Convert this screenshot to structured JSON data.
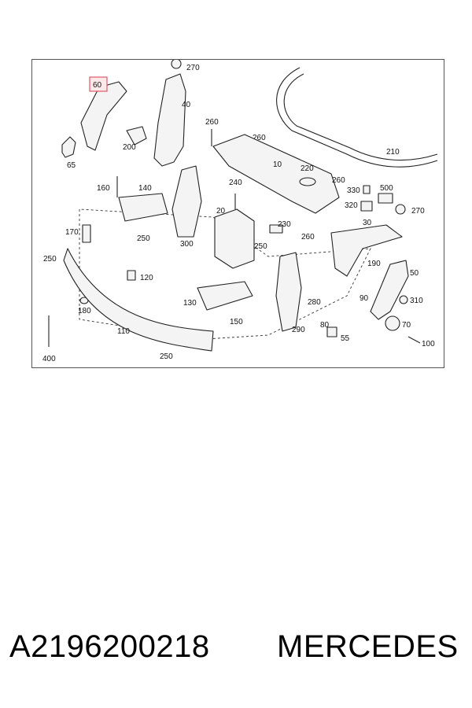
{
  "diagram": {
    "highlight_color": "#e05a6a",
    "line_color": "#222222",
    "highlighted_part": "60",
    "callouts": {
      "c60": "60",
      "c65": "65",
      "c270a": "270",
      "c40": "40",
      "c260a": "260",
      "c200": "200",
      "c260b": "260",
      "c10": "10",
      "c210": "210",
      "c220": "220",
      "c260c": "260",
      "c330": "330",
      "c500": "500",
      "c320": "320",
      "c270b": "270",
      "c160": "160",
      "c140": "140",
      "c240": "240",
      "c20": "20",
      "c30": "30",
      "c170": "170",
      "c250a": "250",
      "c300": "300",
      "c230": "230",
      "c260d": "260",
      "c250b": "250",
      "c250c": "250",
      "c120": "120",
      "c190": "190",
      "c50": "50",
      "c180": "180",
      "c130": "130",
      "c280": "280",
      "c90": "90",
      "c310": "310",
      "c110": "110",
      "c150": "150",
      "c290": "290",
      "c80": "80",
      "c70": "70",
      "c55": "55",
      "c100": "100",
      "c400": "400",
      "c250d": "250"
    }
  },
  "footer": {
    "part_number": "A2196200218",
    "brand": "MERCEDES"
  }
}
